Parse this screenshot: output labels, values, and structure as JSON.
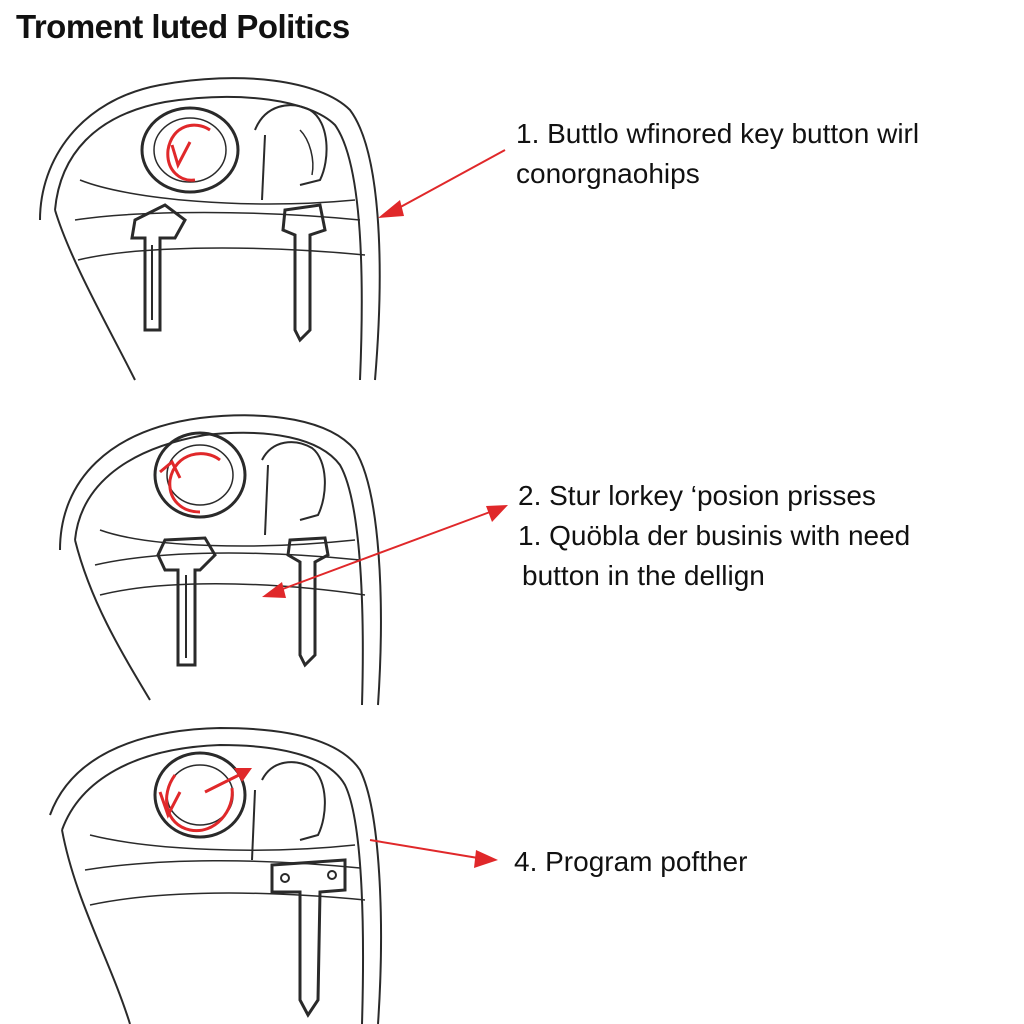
{
  "title": "Troment luted Politics",
  "colors": {
    "accent": "#e0282a",
    "line": "#2a2a2a"
  },
  "steps": [
    {
      "lines": [
        "1. Buttlo wfinored key button wirl",
        "conorgnaohips"
      ]
    },
    {
      "lines": [
        "2. Stur lorkey ‘posion prisses",
        "1. Quöbla der businis with need",
        "button in the dellign"
      ]
    },
    {
      "lines": [
        "4. Program pofther"
      ]
    }
  ]
}
